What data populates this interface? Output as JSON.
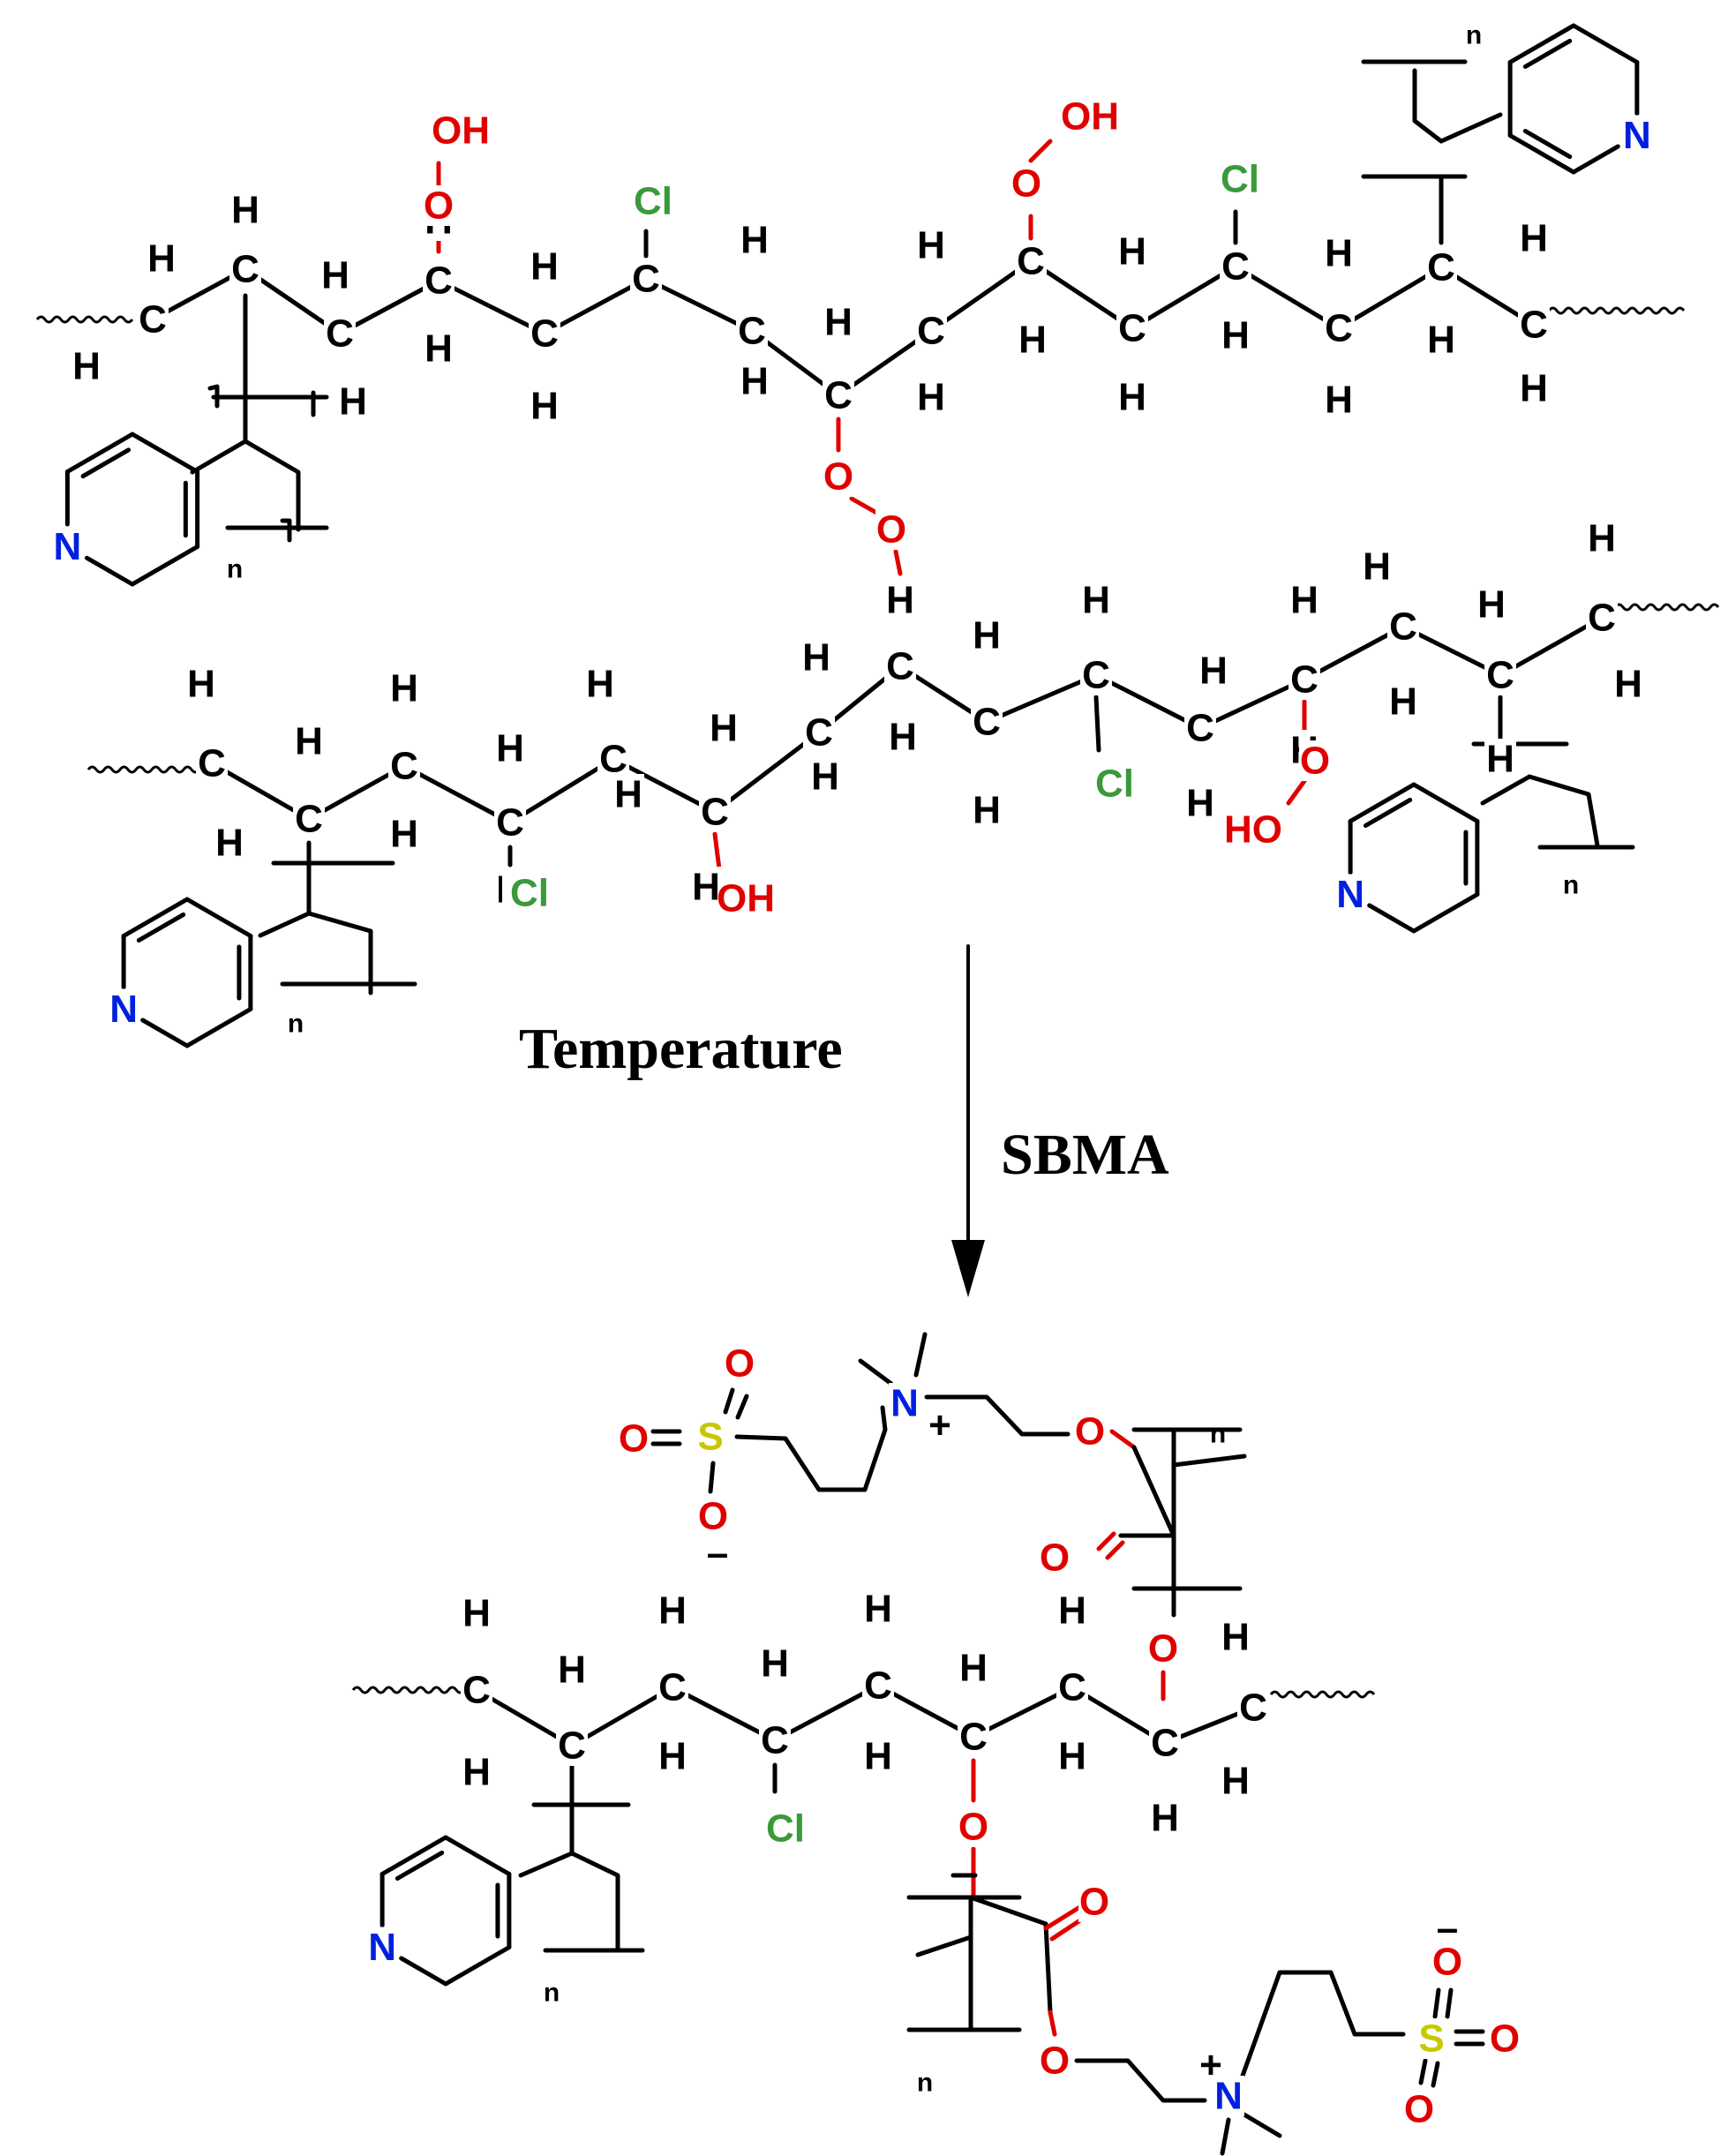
{
  "scheme": {
    "conditions": {
      "top": "Temperature",
      "bottom": "SBMA"
    },
    "atoms": {
      "carbon": "C",
      "hydrogen": "H",
      "oxygen": "O",
      "hydroxyl": "OH",
      "hydroxyl_reversed": "HO",
      "chlorine": "Cl",
      "nitrogen": "N",
      "sulfur": "S",
      "repeat": "n",
      "plus": "+",
      "minus": "–"
    },
    "colors": {
      "carbon_hydrogen": "#000000",
      "oxygen": "#e00000",
      "chlorine": "#3a9a3a",
      "nitrogen": "#0020e0",
      "sulfur": "#c8c800"
    }
  }
}
